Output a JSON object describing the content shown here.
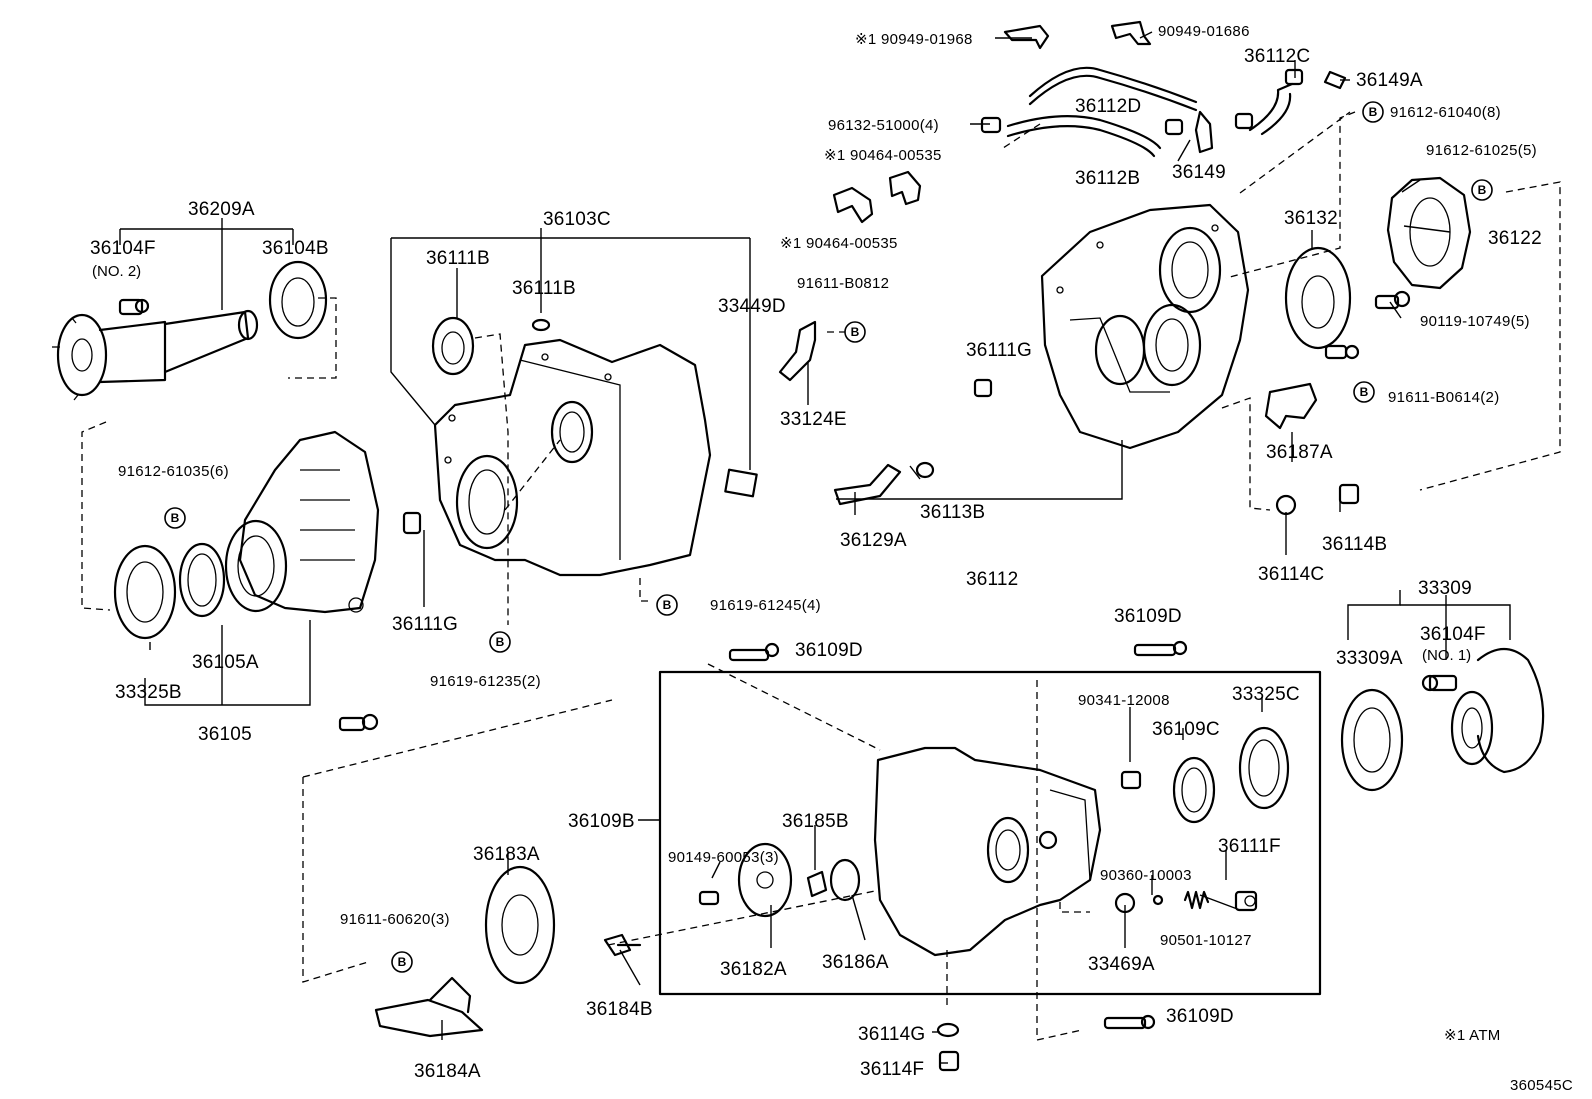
{
  "diagram": {
    "labels": {
      "p_90949_01968": "※1 90949-01968",
      "p_90949_01686": "90949-01686",
      "p_36112C": "36112C",
      "p_36149A": "36149A",
      "p_36112D": "36112D",
      "p_96132": "96132-51000(4)",
      "p_91612_61040": "91612-61040(8)",
      "p_90464_a": "※1 90464-00535",
      "p_36112B": "36112B",
      "p_36149": "36149",
      "p_91612_61025": "91612-61025(5)",
      "p_36209A": "36209A",
      "p_36103C": "36103C",
      "p_90464_b": "※1 90464-00535",
      "p_36132": "36132",
      "p_36122": "36122",
      "p_36104F_top": "36104F",
      "p_no2": "(NO. 2)",
      "p_36104B": "36104B",
      "p_36111B_a": "36111B",
      "p_36111B_b": "36111B",
      "p_91611_B0812": "91611-B0812",
      "p_33449D": "33449D",
      "p_90119": "90119-10749(5)",
      "p_36111G_a": "36111G",
      "p_33124E": "33124E",
      "p_91611_B0614": "91611-B0614(2)",
      "p_36187A": "36187A",
      "p_91612_61035": "91612-61035(6)",
      "p_36113B": "36113B",
      "p_36129A": "36129A",
      "p_36114B": "36114B",
      "p_36112": "36112",
      "p_36114C_a": "36114C",
      "p_91619_61245": "91619-61245(4)",
      "p_33309": "33309",
      "p_36111G_b": "36111G",
      "p_36105A": "36105A",
      "p_33325B": "33325B",
      "p_36109D_a": "36109D",
      "p_36109D_b": "36109D",
      "p_36104F_bot": "36104F",
      "p_no1": "(NO. 1)",
      "p_33309A": "33309A",
      "p_91619_61235": "91619-61235(2)",
      "p_36105": "36105",
      "p_90341": "90341-12008",
      "p_33325C": "33325C",
      "p_36109C": "36109C",
      "p_36109B": "36109B",
      "p_36185B": "36185B",
      "p_36183A": "36183A",
      "p_90149": "90149-60053(3)",
      "p_36111F": "36111F",
      "p_90360": "90360-10003",
      "p_91611_60620": "91611-60620(3)",
      "p_90501": "90501-10127",
      "p_36182A": "36182A",
      "p_36186A": "36186A",
      "p_33469A": "33469A",
      "p_36184B": "36184B",
      "p_36109D_c": "36109D",
      "p_36114G": "36114G",
      "p_36114F": "36114F",
      "p_36184A": "36184A",
      "note_atm": "※1 ATM",
      "diagram_id": "360545C",
      "bolt_marker": "B"
    }
  }
}
